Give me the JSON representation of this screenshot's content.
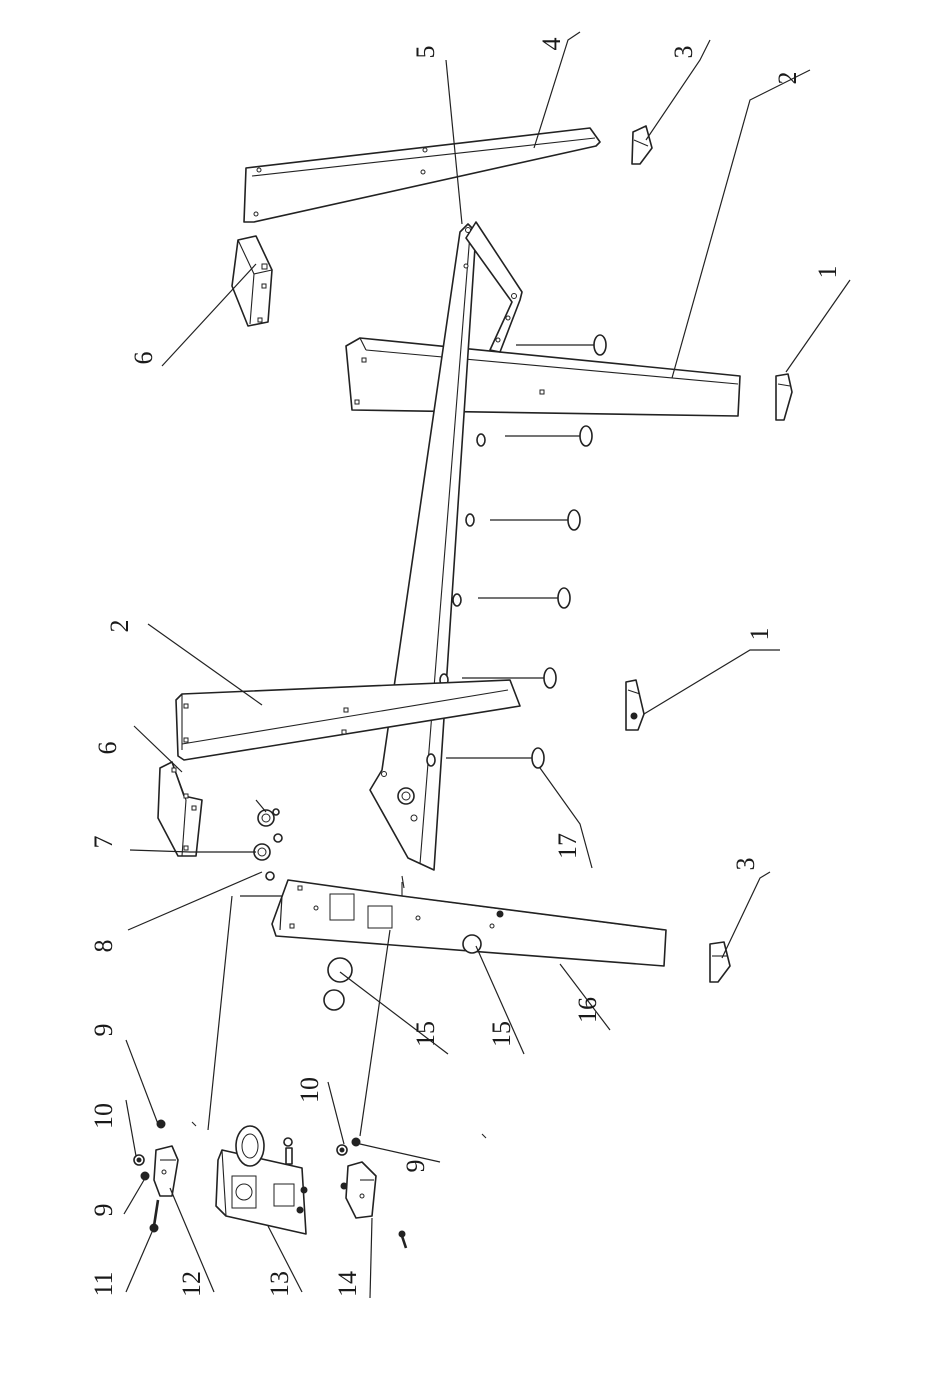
{
  "callouts": [
    "1",
    "1",
    "2",
    "2",
    "3",
    "3",
    "4",
    "5",
    "6",
    "6",
    "7",
    "8",
    "9",
    "9",
    "9",
    "10",
    "10",
    "11",
    "12",
    "13",
    "14",
    "15",
    "15",
    "16",
    "17"
  ]
}
